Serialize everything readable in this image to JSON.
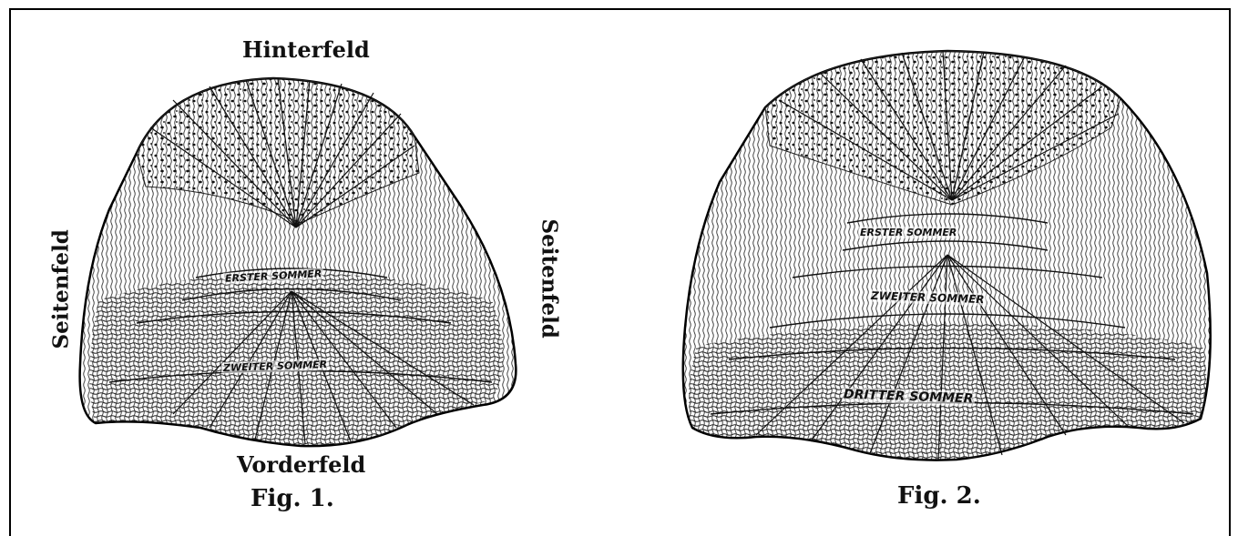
{
  "labels": {
    "hinterfeld": "Hinterfeld",
    "vorderfeld": "Vorderfeld",
    "seitenfeld_left": "Seitenfeld",
    "seitenfeld_right": "Seitenfeld",
    "fig1": "Fig. 1.",
    "fig2": "Fig. 2."
  },
  "fig1_rings": {
    "erster": "ERSTER SOMMER",
    "zweiter": "ZWEITER SOMMER"
  },
  "fig2_rings": {
    "erster": "ERSTER SOMMER",
    "zweiter": "ZWEITER SOMMER",
    "dritter": "DRITTER SOMMER"
  }
}
